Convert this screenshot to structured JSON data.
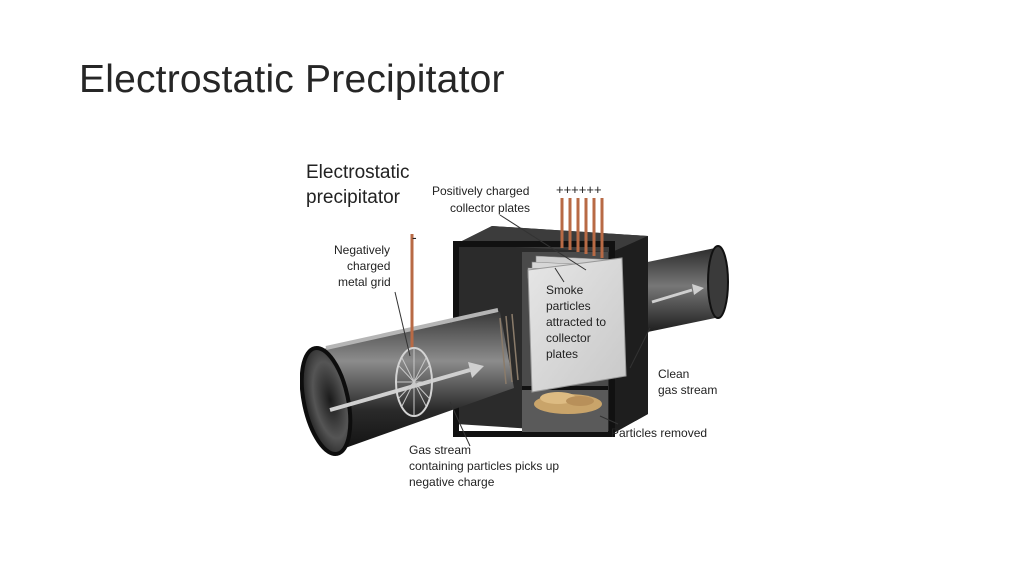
{
  "slide": {
    "title": "Electrostatic Precipitator"
  },
  "diagram": {
    "heading_line1": "Electrostatic",
    "heading_line2": "precipitator",
    "label_collector_plates": [
      "Positively charged",
      "collector plates"
    ],
    "label_metal_grid": [
      "Negatively",
      "charged",
      "metal grid"
    ],
    "label_smoke": [
      "Smoke",
      "particles",
      "attracted to",
      "collector",
      "plates"
    ],
    "label_clean": [
      "Clean",
      "gas stream"
    ],
    "label_particles_removed": "Particles removed",
    "label_gas_stream": [
      "Gas stream",
      "containing particles picks up",
      "negative charge"
    ],
    "plus_signs": "++++++",
    "minus_sign": "-"
  },
  "colors": {
    "title_text": "#262626",
    "pipe_dark": "#1c1c1c",
    "pipe_light": "#9a9a9a",
    "collector_plate": "#d9d9d9",
    "electrode_copper": "#b86a45",
    "dust": "#c9a46a"
  }
}
